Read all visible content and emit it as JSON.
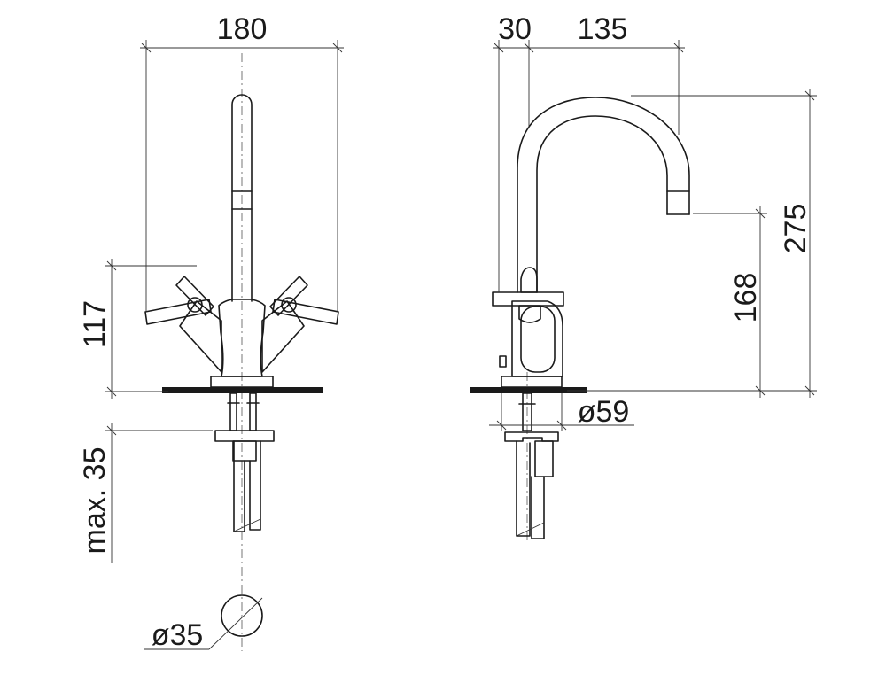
{
  "drawing": {
    "front_view": {
      "width_label": "180",
      "handle_height_label": "117",
      "mount_thickness_label": "max. 35",
      "hole_diameter_label": "ø35"
    },
    "side_view": {
      "body_offset_label": "30",
      "spout_reach_label": "135",
      "spout_outlet_height_label": "168",
      "total_height_label": "275",
      "flange_diameter_label": "ø59"
    }
  }
}
